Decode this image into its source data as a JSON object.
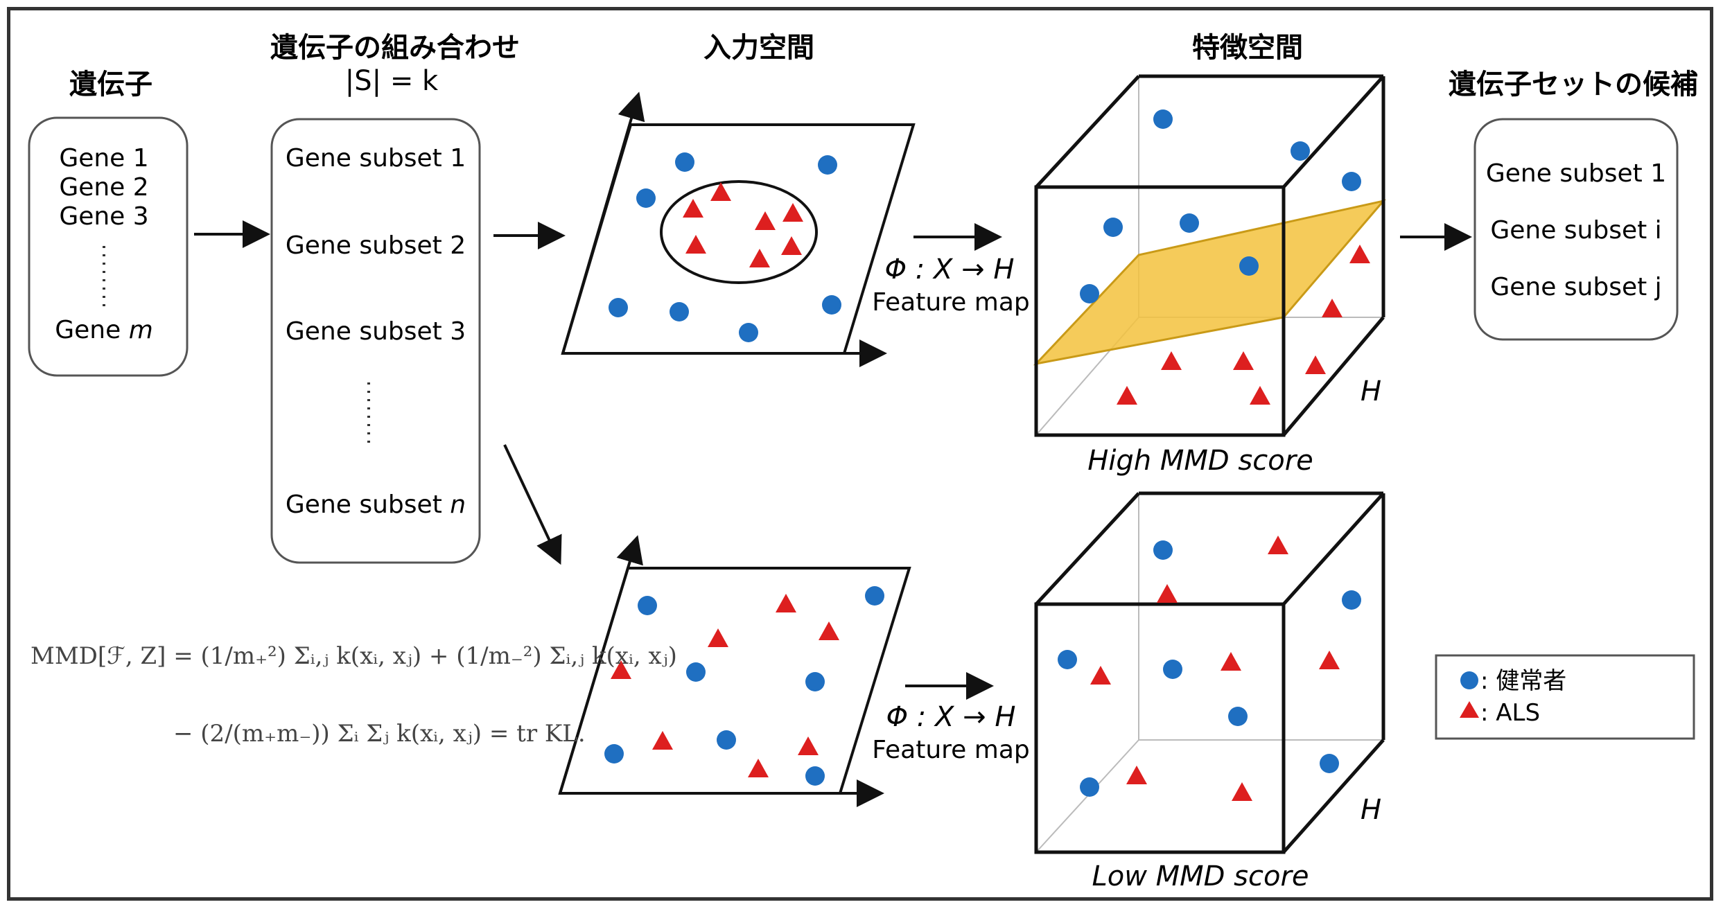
{
  "headers": {
    "genes": "遺伝子",
    "combos": "遺伝子の組み合わせ",
    "combos_sub": "|S| = k",
    "input_space": "入力空間",
    "feature_space": "特徴空間",
    "candidates": "遺伝子セットの候補"
  },
  "genes": {
    "items": [
      "Gene 1",
      "Gene 2",
      "Gene 3"
    ],
    "last_prefix": "Gene ",
    "last_var": "m"
  },
  "subsets": {
    "items": [
      "Gene subset 1",
      "Gene subset 2",
      "Gene subset 3"
    ],
    "last_prefix": "Gene subset ",
    "last_var": "n"
  },
  "candidates": {
    "items": [
      "Gene subset 1",
      "Gene subset i",
      "Gene subset j"
    ]
  },
  "feature_map": {
    "formula": "Φ : X → H",
    "label": "Feature map"
  },
  "cube_label": "H",
  "scores": {
    "high": "High MMD score",
    "low": "Low MMD score"
  },
  "legend": {
    "healthy": ": 健常者",
    "als": ": ALS"
  },
  "equation": {
    "line1": "MMD[ℱ, Z] = (1/m₊²) Σᵢ,ⱼ k(xᵢ, xⱼ) + (1/m₋²) Σᵢ,ⱼ k(xᵢ, xⱼ)",
    "line2": "− (2/(m₊m₋)) Σᵢ Σⱼ k(xᵢ, xⱼ) = tr KL."
  },
  "colors": {
    "healthy": "#1f6fc1",
    "als": "#dd1f1f",
    "plane": "#f3c23d"
  }
}
